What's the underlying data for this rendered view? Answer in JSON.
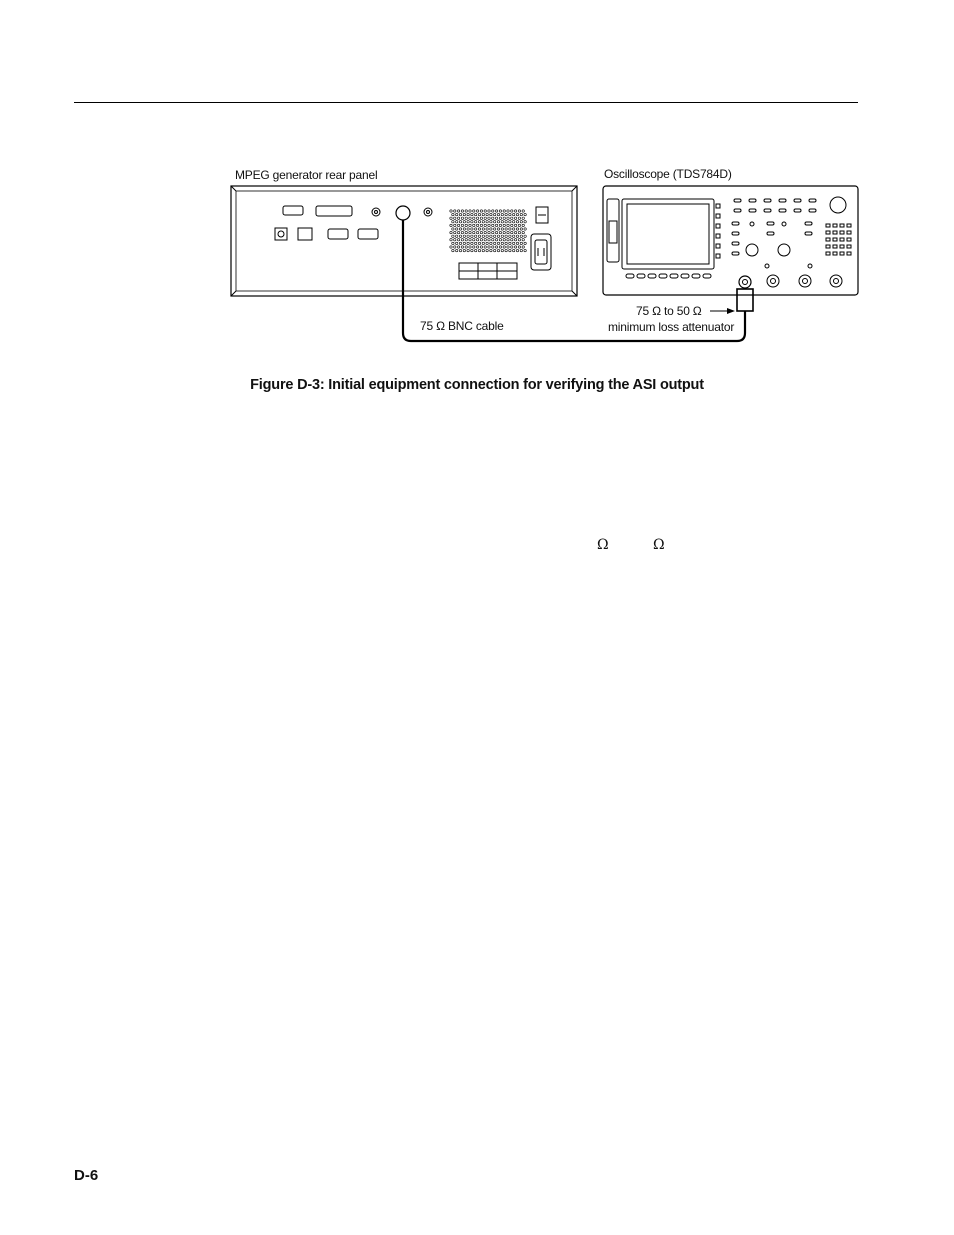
{
  "figure": {
    "label_generator": "MPEG generator rear panel",
    "label_scope": "Oscilloscope (TDS784D)",
    "label_cable": "75 Ω BNC cable",
    "label_attenuator_line1": "75 Ω to 50 Ω",
    "label_attenuator_line2": "minimum loss attenuator",
    "caption": "Figure D-3: Initial equipment connection for verifying the ASI output"
  },
  "body_text": {
    "omega_1": "Ω",
    "omega_2": "Ω"
  },
  "footer": {
    "page_number": "D-6"
  }
}
